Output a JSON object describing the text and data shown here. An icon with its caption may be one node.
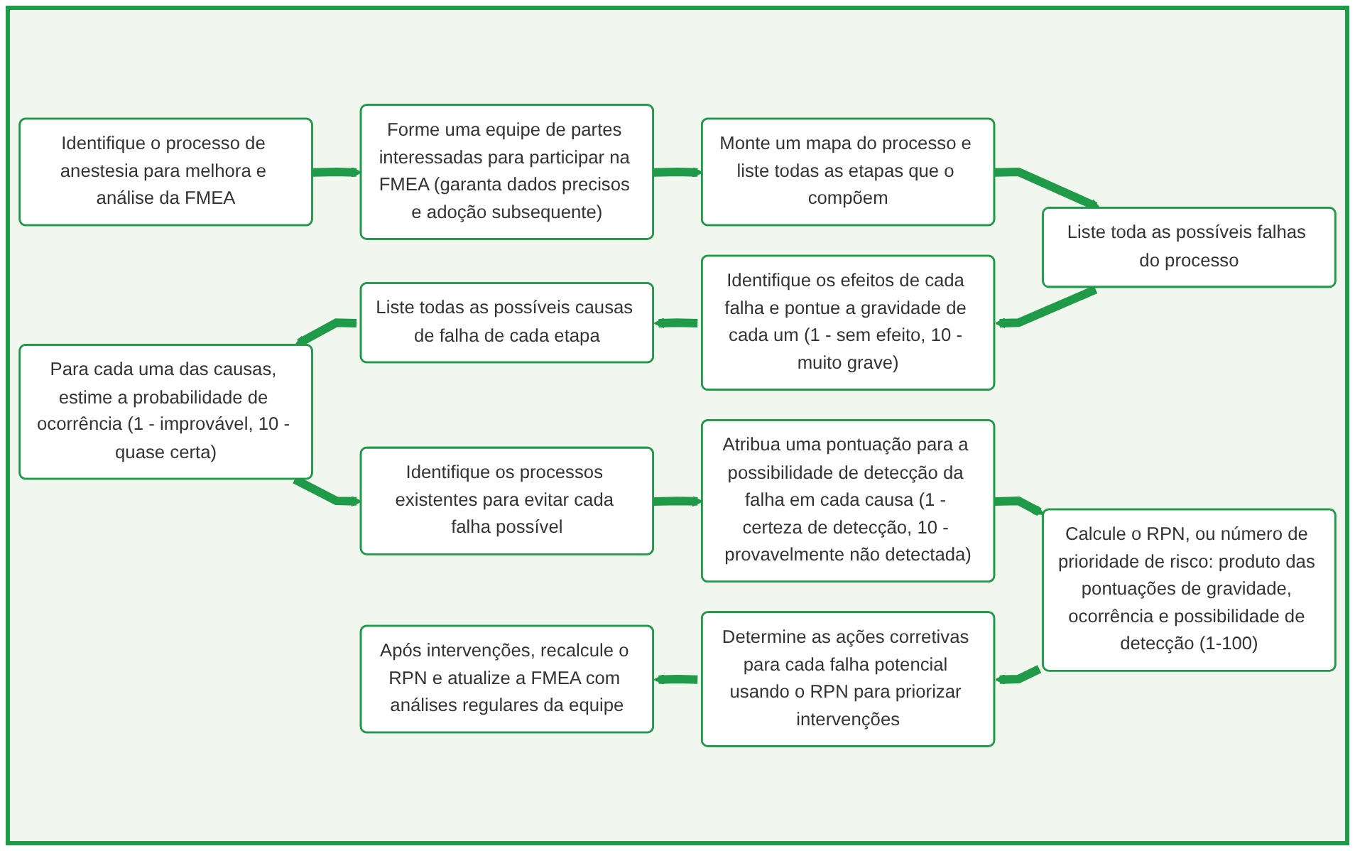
{
  "diagram": {
    "nodes": [
      {
        "text": [
          "Identifique o processo de anestesia para melhora e análise da FMEA"
        ]
      },
      {
        "text": [
          "Forme uma equipe de partes interessadas para participar na FMEA (garanta dados precisos e adoção subsequente)"
        ]
      },
      {
        "text": [
          "Monte um mapa do processo e liste todas as etapas que o compõem"
        ]
      },
      {
        "text": [
          "Liste toda as possíveis falhas do processo"
        ]
      },
      {
        "text": [
          "Identifique os efeitos de cada falha e pontue a gravidade de cada um (1 - sem efeito, 10 - muito grave)"
        ]
      },
      {
        "text": [
          "Liste todas as possíveis causas de falha de cada etapa"
        ]
      },
      {
        "text": [
          "Para cada uma das causas, estime a probabilidade de ocorrência (1 - improvável, 10 - quase certa)"
        ]
      },
      {
        "text": [
          "Identifique os processos existentes para evitar cada falha possível"
        ]
      },
      {
        "text": [
          "Atribua uma pontuação para a possibilidade de detecção da falha em cada causa (1 - certeza de detecção, 10 - provavelmente não detectada)"
        ]
      },
      {
        "text": [
          "Calcule o RPN, ou número de prioridade de risco: produto das pontuações de gravidade, ocorrência e possibilidade de detecção (1-100)"
        ]
      },
      {
        "text": [
          "Determine as ações corretivas para cada falha potencial usando o RPN para priorizar intervenções"
        ]
      },
      {
        "text": [
          "Após intervenções, recalcule o RPN e atualize a FMEA com análises regulares da equipe"
        ]
      }
    ],
    "edges": [
      {
        "from": 0,
        "to": 1,
        "arrow": "to"
      },
      {
        "from": 1,
        "to": 2,
        "arrow": "to"
      },
      {
        "from": 2,
        "to": 3,
        "arrow": "to"
      },
      {
        "from": 3,
        "to": 4,
        "arrow": "to"
      },
      {
        "from": 4,
        "to": 5,
        "arrow": "to"
      },
      {
        "from": 5,
        "to": 6,
        "arrow": "to"
      },
      {
        "from": 6,
        "to": 7,
        "arrow": "to"
      },
      {
        "from": 7,
        "to": 8,
        "arrow": "to"
      },
      {
        "from": 8,
        "to": 9,
        "arrow": "to"
      },
      {
        "from": 9,
        "to": 10,
        "arrow": "to"
      },
      {
        "from": 10,
        "to": 11,
        "arrow": "to"
      }
    ]
  }
}
